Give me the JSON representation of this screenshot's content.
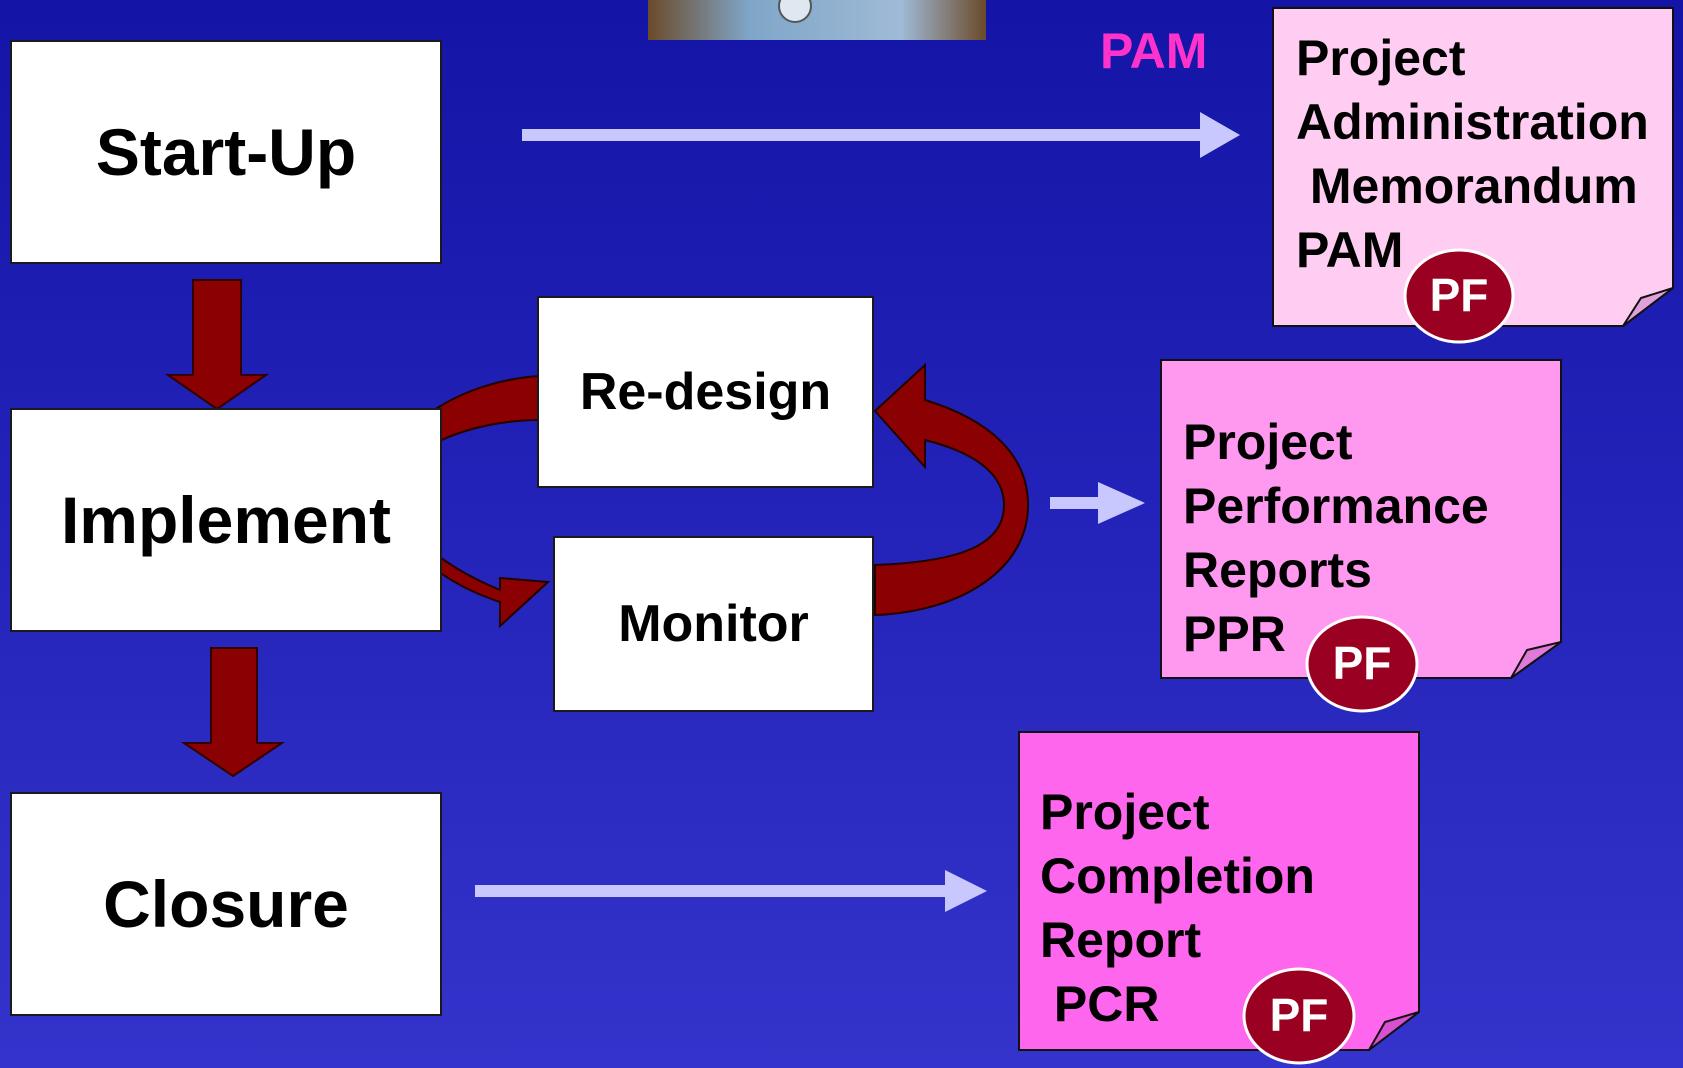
{
  "colors": {
    "background_top": "#1414a6",
    "background_bottom": "#3434cc",
    "flow_arrow": "#8b0000",
    "connector_arrow": "#c8c8ff",
    "pam_tag": "#ff33cc",
    "doc_pam": "#ffccf2",
    "doc_ppr": "#ff99f0",
    "doc_pcr": "#ff66ee",
    "pf_badge": "#990022"
  },
  "stages": {
    "startup": "Start-Up",
    "implement": "Implement",
    "closure": "Closure"
  },
  "cycle": {
    "redesign": "Re-design",
    "monitor": "Monitor"
  },
  "pam_tag": "PAM",
  "documents": {
    "pam": {
      "lines": [
        "Project",
        "Administration",
        " Memorandum",
        "PAM"
      ],
      "badge": "PF"
    },
    "ppr": {
      "lines": [
        "Project",
        "Performance",
        "Reports",
        "PPR"
      ],
      "badge": "PF"
    },
    "pcr": {
      "lines": [
        "Project",
        "Completion",
        "Report",
        " PCR"
      ],
      "badge": "PF"
    }
  }
}
